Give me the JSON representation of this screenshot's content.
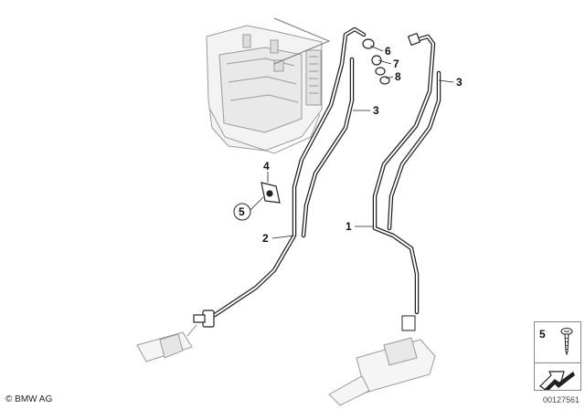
{
  "callouts": {
    "c1": "1",
    "c2": "2",
    "c3a": "3",
    "c3b": "3",
    "c4": "4",
    "c5": "5",
    "c6": "6",
    "c7": "7",
    "c8": "8"
  },
  "legend": {
    "part_number": "5",
    "icon": "screw-icon",
    "arrow_icon": "arrow-icon"
  },
  "footer": {
    "copyright": "© BMW AG",
    "image_number": "00127561"
  }
}
